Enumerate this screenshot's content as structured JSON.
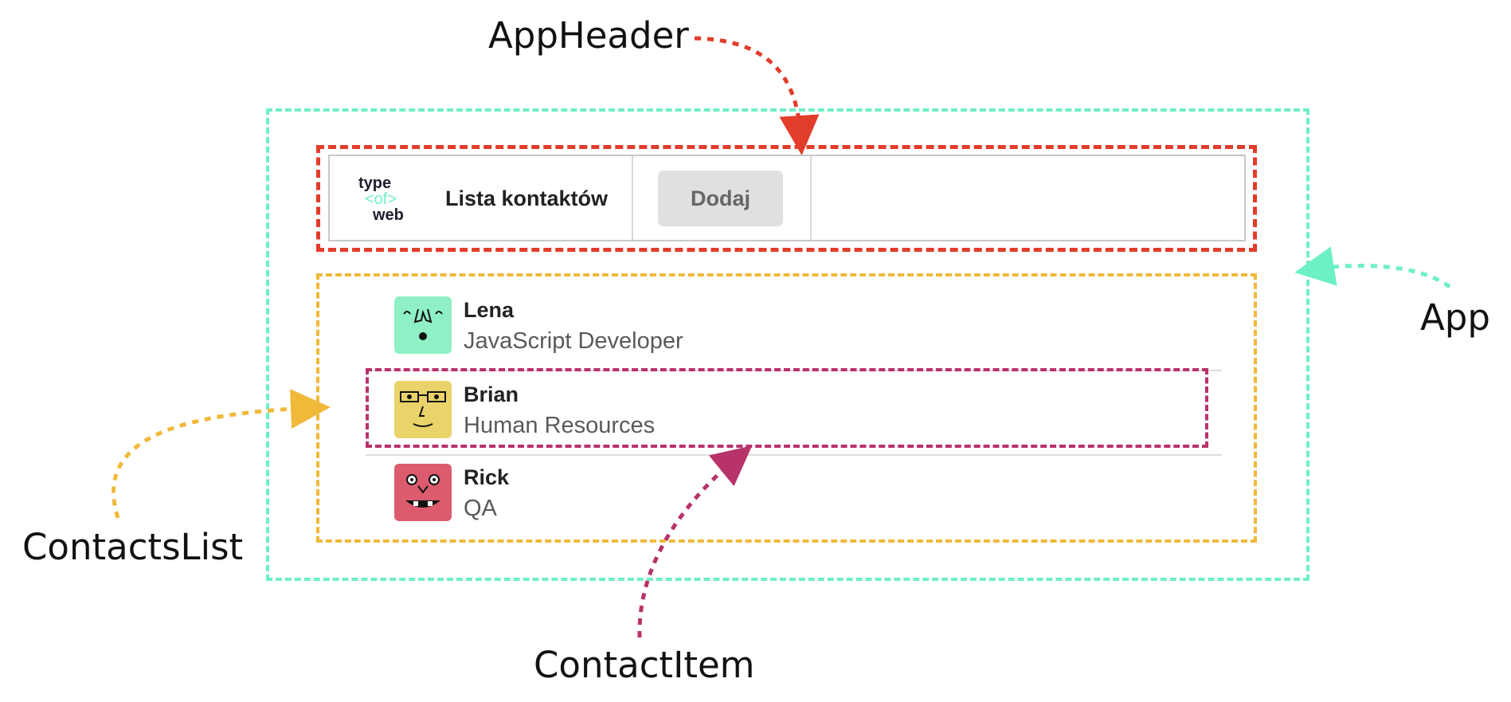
{
  "labels": {
    "app_header": "AppHeader",
    "app": "App",
    "contacts_list": "ContactsList",
    "contact_item": "ContactItem"
  },
  "header": {
    "logo": {
      "line1": "type",
      "line2": "<of>",
      "line3": "web"
    },
    "title": "Lista kontaktów",
    "add_button": "Dodaj"
  },
  "contacts": [
    {
      "name": "Lena",
      "role": "JavaScript Developer",
      "avatar_color": "#8ff0c6"
    },
    {
      "name": "Brian",
      "role": "Human Resources",
      "avatar_color": "#ead36a"
    },
    {
      "name": "Rick",
      "role": "QA",
      "avatar_color": "#dc5b6d"
    }
  ],
  "colors": {
    "app": "#6ef0c6",
    "app_header": "#e23c2a",
    "contacts_list": "#f0b93a",
    "contact_item": "#b8336a"
  }
}
